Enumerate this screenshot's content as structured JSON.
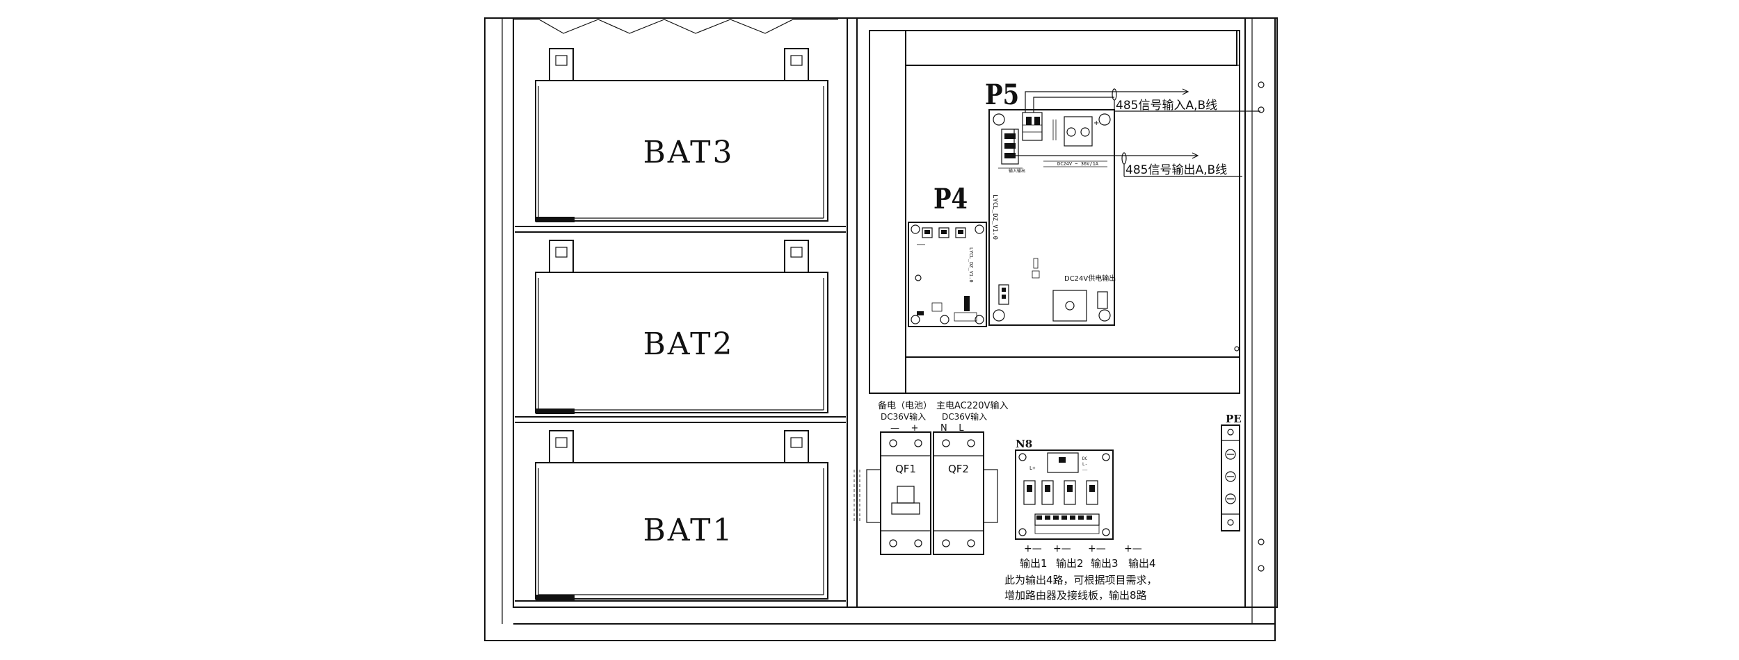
{
  "batteries": [
    {
      "label": "BAT3"
    },
    {
      "label": "BAT2"
    },
    {
      "label": "BAT1"
    }
  ],
  "boards": {
    "p4": {
      "label": "P4",
      "vertical_text": "LYCL_DZ_V1.0"
    },
    "p5": {
      "label": "P5",
      "board_text": "DC24V供电输出"
    }
  },
  "signals": {
    "input": "485信号输入A,B线",
    "output": "485信号输出A,B线"
  },
  "breakers": {
    "backup_caption": "备电（电池）",
    "backup_sub": "DC36V输入",
    "backup_polarity": "—    +",
    "main_caption": "主电AC220V输入",
    "main_sub": "DC36V输入",
    "main_polarity": "N    L",
    "qf1": "QF1",
    "qf2": "QF2"
  },
  "output_board": {
    "tag": "N8",
    "polarities": [
      "+—",
      "+—",
      "+—",
      "+—"
    ],
    "outputs": [
      "输出1",
      "输出2",
      "输出3",
      "输出4"
    ]
  },
  "pe_label": "PE",
  "note": {
    "line1": "此为输出4路，可根据项目需求，",
    "line2": "增加路由器及接线板，输出8路"
  }
}
